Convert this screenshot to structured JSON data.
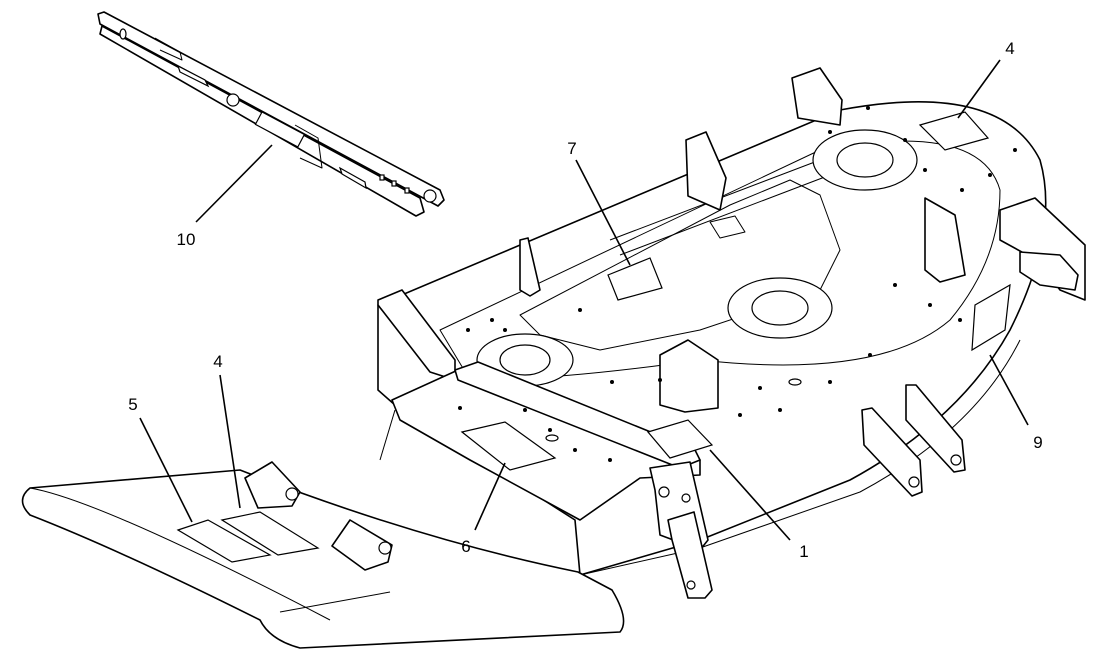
{
  "diagram": {
    "callouts": [
      {
        "id": "callout-10",
        "label": "10"
      },
      {
        "id": "callout-7",
        "label": "7"
      },
      {
        "id": "callout-4-deck",
        "label": "4"
      },
      {
        "id": "callout-9",
        "label": "9"
      },
      {
        "id": "callout-1",
        "label": "1"
      },
      {
        "id": "callout-6",
        "label": "6"
      },
      {
        "id": "callout-5",
        "label": "5"
      },
      {
        "id": "callout-4-shield",
        "label": "4"
      }
    ]
  }
}
